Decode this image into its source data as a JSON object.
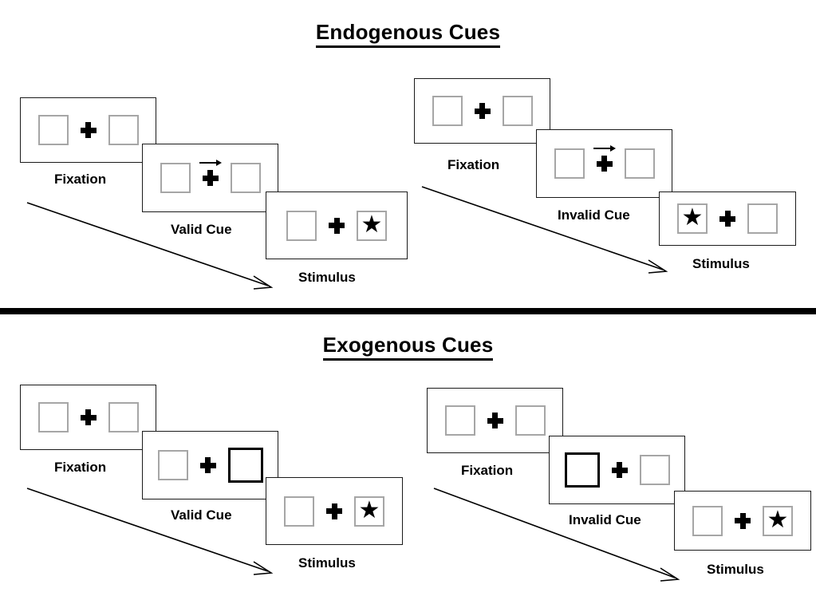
{
  "figure": {
    "title_endogenous": "Endogenous Cues",
    "title_exogenous": "Exogenous Cues",
    "star_glyph": "★",
    "colors": {
      "ink": "#000000",
      "frame_border": "#1a1a1a",
      "box_border": "#a6a6a6",
      "cued_box_border": "#000000",
      "background": "#ffffff"
    }
  },
  "labels": {
    "fixation": "Fixation",
    "valid_cue": "Valid Cue",
    "invalid_cue": "Invalid Cue",
    "stimulus": "Stimulus"
  },
  "panels": [
    {
      "id": "endogenous-valid",
      "section": "Endogenous Cues",
      "condition": "Valid Cue",
      "frames": [
        {
          "name": "fixation",
          "label": "Fixation",
          "left_box": "empty",
          "right_box": "empty",
          "cue": "none"
        },
        {
          "name": "cue",
          "label": "Valid Cue",
          "left_box": "empty",
          "right_box": "empty",
          "cue": "arrow-right"
        },
        {
          "name": "stimulus",
          "label": "Stimulus",
          "left_box": "empty",
          "right_box": "star",
          "cue": "none"
        }
      ]
    },
    {
      "id": "endogenous-invalid",
      "section": "Endogenous Cues",
      "condition": "Invalid Cue",
      "frames": [
        {
          "name": "fixation",
          "label": "Fixation",
          "left_box": "empty",
          "right_box": "empty",
          "cue": "none"
        },
        {
          "name": "cue",
          "label": "Invalid Cue",
          "left_box": "empty",
          "right_box": "empty",
          "cue": "arrow-right"
        },
        {
          "name": "stimulus",
          "label": "Stimulus",
          "left_box": "star",
          "right_box": "empty",
          "cue": "none"
        }
      ]
    },
    {
      "id": "exogenous-valid",
      "section": "Exogenous Cues",
      "condition": "Valid Cue",
      "frames": [
        {
          "name": "fixation",
          "label": "Fixation",
          "left_box": "empty",
          "right_box": "empty",
          "cue": "none"
        },
        {
          "name": "cue",
          "label": "Valid Cue",
          "left_box": "empty",
          "right_box": "highlighted",
          "cue": "box-flash-right"
        },
        {
          "name": "stimulus",
          "label": "Stimulus",
          "left_box": "empty",
          "right_box": "star",
          "cue": "none"
        }
      ]
    },
    {
      "id": "exogenous-invalid",
      "section": "Exogenous Cues",
      "condition": "Invalid Cue",
      "frames": [
        {
          "name": "fixation",
          "label": "Fixation",
          "left_box": "empty",
          "right_box": "empty",
          "cue": "none"
        },
        {
          "name": "cue",
          "label": "Invalid Cue",
          "left_box": "highlighted",
          "right_box": "empty",
          "cue": "box-flash-left"
        },
        {
          "name": "stimulus",
          "label": "Stimulus",
          "left_box": "empty",
          "right_box": "star",
          "cue": "none"
        }
      ]
    }
  ],
  "time_arrows": [
    {
      "name": "endogenous-valid-time-arrow",
      "meaning": "time"
    },
    {
      "name": "endogenous-invalid-time-arrow",
      "meaning": "time"
    },
    {
      "name": "exogenous-valid-time-arrow",
      "meaning": "time"
    },
    {
      "name": "exogenous-invalid-time-arrow",
      "meaning": "time"
    }
  ]
}
